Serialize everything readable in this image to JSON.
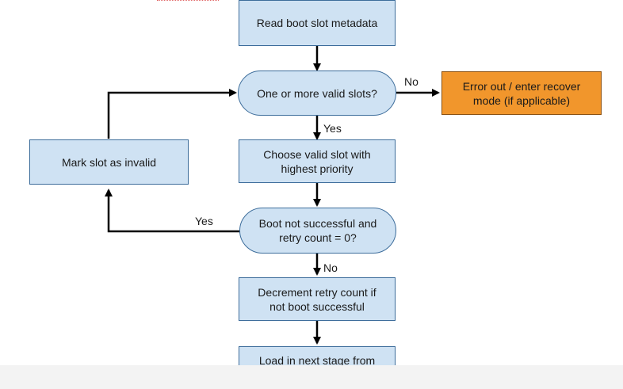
{
  "nodes": {
    "read_metadata": "Read boot slot metadata",
    "valid_slots": "One or more valid slots?",
    "error_out": "Error out / enter recover\nmode (if applicable)",
    "choose_slot": "Choose valid slot with\nhighest priority",
    "mark_invalid": "Mark slot as invalid",
    "boot_check": "Boot not successful and\nretry count = 0?",
    "decrement": "Decrement retry count if\nnot boot successful",
    "load_next": "Load in next stage from\nactive slot and boot"
  },
  "edges": {
    "valid_no": "No",
    "valid_yes": "Yes",
    "check_yes": "Yes",
    "check_no": "No"
  },
  "colors": {
    "process_fill": "#cfe2f3",
    "decision_fill": "#cfe2f3",
    "error_fill": "#f1962c",
    "arrow": "#000000"
  }
}
